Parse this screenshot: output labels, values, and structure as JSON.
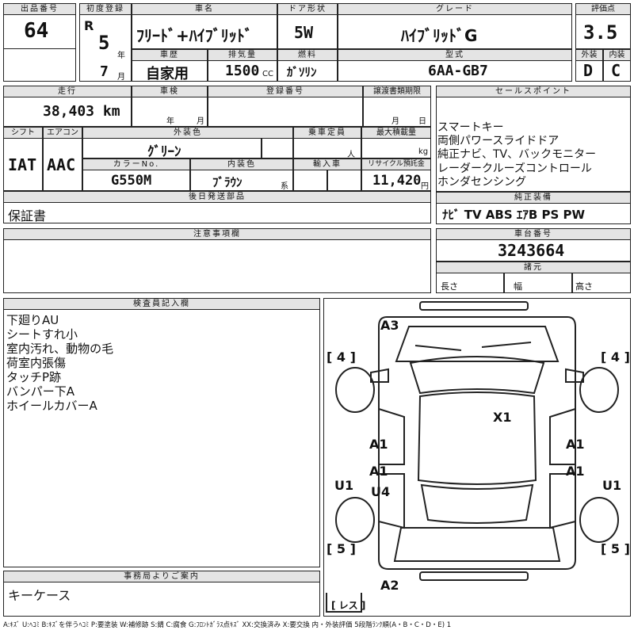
{
  "header": {
    "lot_label": "出品番号",
    "lot": "64",
    "reg_label": "初度登録",
    "reg_era": "R",
    "reg_year": "5",
    "year_unit": "年",
    "reg_month": "7",
    "month_unit": "月",
    "name_label": "車名",
    "name": "ﾌﾘｰﾄﾞ+ﾊｲﾌﾞﾘｯﾄﾞ",
    "history_label": "車歴",
    "history": "自家用",
    "displacement_label": "排気量",
    "displacement": "1500",
    "cc": "CC",
    "door_label": "ドア形状",
    "door": "5W",
    "fuel_label": "燃料",
    "fuel": "ｶﾞｿﾘﾝ",
    "grade_label": "グレード",
    "grade": "ﾊｲﾌﾞﾘｯﾄﾞG",
    "model_label": "型式",
    "model": "6AA-GB7",
    "score_label": "評価点",
    "score": "3.5",
    "ext_label": "外装",
    "ext": "D",
    "int_label": "内装",
    "int": "C"
  },
  "row2": {
    "mileage_label": "走行",
    "mileage": "38,403 km",
    "inspection_label": "車検",
    "year_unit": "年",
    "month_unit": "月",
    "plate_label": "登録番号",
    "transfer_label": "譲渡書類期限",
    "month_unit2": "月",
    "day_unit": "日",
    "shift_label": "シフト",
    "shift": "IAT",
    "ac_label": "エアコン",
    "ac": "AAC",
    "color_label": "外装色",
    "color": "ｸﾞﾘｰﾝ",
    "capacity_label": "乗車定員",
    "capacity_unit": "人",
    "load_label": "最大積載量",
    "load_unit": "kg",
    "colorno_label": "カラーNo.",
    "colorno": "G550M",
    "interior_label": "内装色",
    "interior": "ﾌﾞﾗｳﾝ",
    "interior_unit": "系",
    "import_label": "輸入車",
    "recycle_label": "リサイクル預託金",
    "recycle": "11,420",
    "yen": "円",
    "later_label": "後日発送部品",
    "later": "保証書"
  },
  "sales": {
    "label": "セールスポイント",
    "points": [
      "スマートキー",
      "両側パワースライドドア",
      "純正ナビ、TV、バックモニター",
      "レーダークルーズコントロール",
      "ホンダセンシング"
    ],
    "equip_label": "純正装備",
    "equip": "ﾅﾋﾞ TV ABS ｴｱB PS PW"
  },
  "notes": {
    "label": "注意事項欄"
  },
  "chassis": {
    "label": "車台番号",
    "number": "3243664",
    "dims_label": "諸元",
    "length": "長さ",
    "width": "幅",
    "height": "高さ"
  },
  "inspector": {
    "label": "検査員記入欄",
    "lines": [
      "下廻りAU",
      "シートすれ小",
      "室内汚れ、動物の毛",
      "荷室内張傷",
      "タッチP跡",
      "バンパー下A",
      "ホイールカバーA"
    ]
  },
  "office": {
    "label": "事務局よりご案内",
    "text": "キーケース"
  },
  "diagram": {
    "marks": {
      "a3": "A3",
      "x1": "X1",
      "a1_l1": "A1",
      "a1_l2": "A1",
      "a1_r1": "A1",
      "a1_r2": "A1",
      "u4": "U4",
      "u1_l": "U1",
      "u1_r": "U1",
      "a2": "A2",
      "tyre_fl": "4",
      "tyre_fr": "4",
      "tyre_rl": "5",
      "tyre_rr": "5",
      "spare": "レス"
    }
  },
  "legend": "A:ｷｽﾞ U:ﾍｺﾐ B:ｷｽﾞを伴うﾍｺﾐ P:要塗装 W:補修跡 S:錆 C:腐食 G:ﾌﾛﾝﾄｶﾞﾗｽ点ｷｽﾞ XX:交換済み X:要交換 内・外装評価 5段階ﾗﾝｸ順(A・B・C・D・E) 1"
}
